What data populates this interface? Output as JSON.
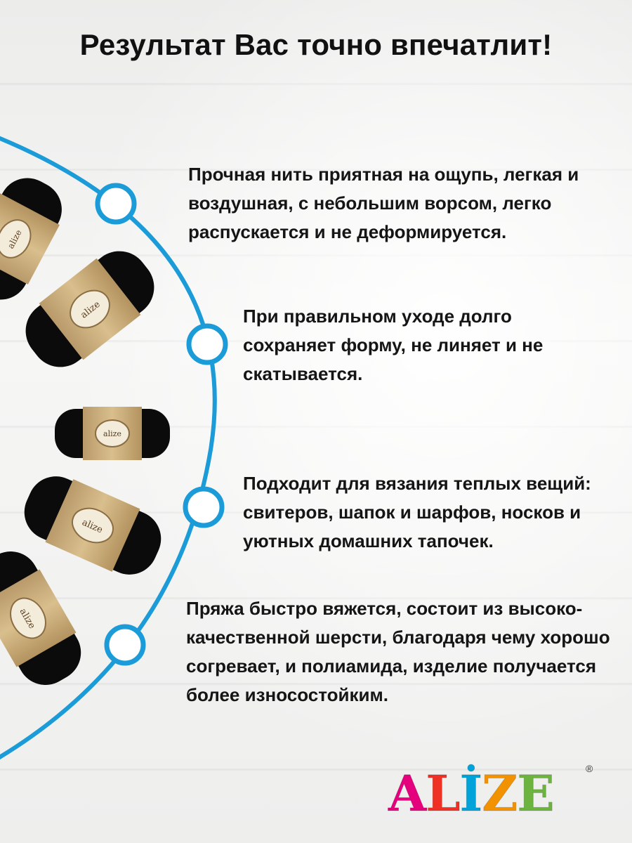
{
  "headline": "Результат Вас точно впечатлит!",
  "features": [
    {
      "text": "Прочная нить приятная на ощупь, легкая и воздушная, с небольшим ворсом, легко распускается и не деформируется."
    },
    {
      "text": "При правильном уходе долго сохраняет форму, не линяет и не скатывается."
    },
    {
      "text": "Подходит для вязания теплых вещий: свитеров, шапок и шарфов, носков и уютных домашних тапочек."
    },
    {
      "text": "Пряжа быстро вяжется, состоит из высоко-качественной шерсти, благодаря чему хорошо согревает, и полиамида, изделие получается более износостойким."
    }
  ],
  "brand": {
    "letters": [
      "A",
      "L",
      "İ",
      "Z",
      "E"
    ],
    "colors": [
      "#e5007e",
      "#ee3124",
      "#00a3d9",
      "#f39200",
      "#6cb33f"
    ],
    "registered": "®"
  },
  "label_brand": "alize",
  "accent_color": "#1b9bd7",
  "icons": [
    "yarn-skein-image",
    "bullet-ring-icon"
  ]
}
